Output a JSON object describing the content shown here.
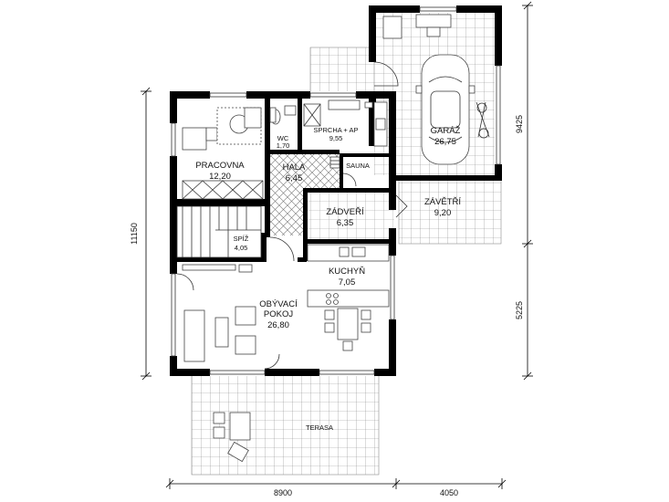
{
  "rooms": {
    "pracovna": {
      "name": "PRACOVNA",
      "area": "12,20"
    },
    "wc": {
      "name": "WC",
      "area": "1,70"
    },
    "sprcha": {
      "name": "SPRCHA + AP",
      "area": "9,55"
    },
    "hala": {
      "name": "HALA",
      "area": "6,45"
    },
    "sauna": {
      "name": "SAUNA"
    },
    "zadveri": {
      "name": "ZÁDVEŘÍ",
      "area": "6,35"
    },
    "spiz": {
      "name": "SPÍŽ",
      "area": "4,05"
    },
    "kuchyn": {
      "name": "KUCHYŇ",
      "area": "7,05"
    },
    "obyvaci": {
      "name_line1": "OBÝVACÍ",
      "name_line2": "POKOJ",
      "area": "26,80"
    },
    "garaz": {
      "name": "GARÁŽ",
      "area": "26,75"
    },
    "zavetri": {
      "name": "ZÁVĚTŘÍ",
      "area": "9,20"
    },
    "terasa": {
      "name": "TERASA"
    }
  },
  "dimensions": {
    "bottom_left": "8900",
    "bottom_right": "4050",
    "left_vertical": "11150",
    "right_top": "9425",
    "right_bottom": "5225"
  },
  "colors": {
    "wall": "#000000",
    "tile": "#8a8a8a",
    "background": "#ffffff"
  }
}
